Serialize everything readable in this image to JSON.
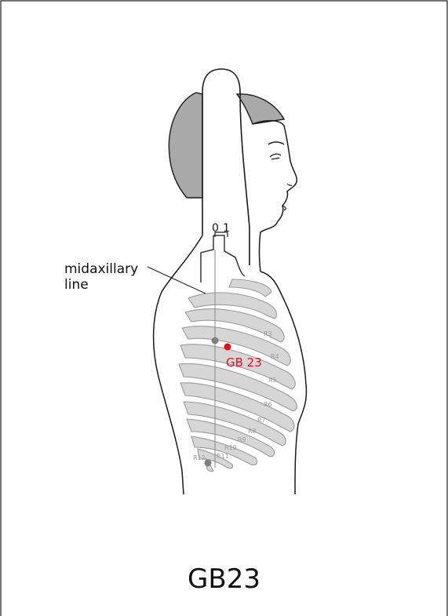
{
  "title": "GB23",
  "scale_labels": {
    "zero": "0",
    "one": "1"
  },
  "line_label": {
    "line1": "midaxillary",
    "line2": "line"
  },
  "point_label": "GB 23",
  "rib_labels": [
    "R3",
    "R4",
    "R5",
    "R6",
    "R7",
    "R8",
    "R9",
    "R10",
    "R11",
    "R12"
  ],
  "colors": {
    "acupoint": "#e3101b",
    "rib_fill": "#d6d6d6",
    "rib_stroke": "#9a9a9a",
    "hair": "#a9a9a9",
    "outline": "#1a1a1a",
    "landmark": "#808080"
  }
}
